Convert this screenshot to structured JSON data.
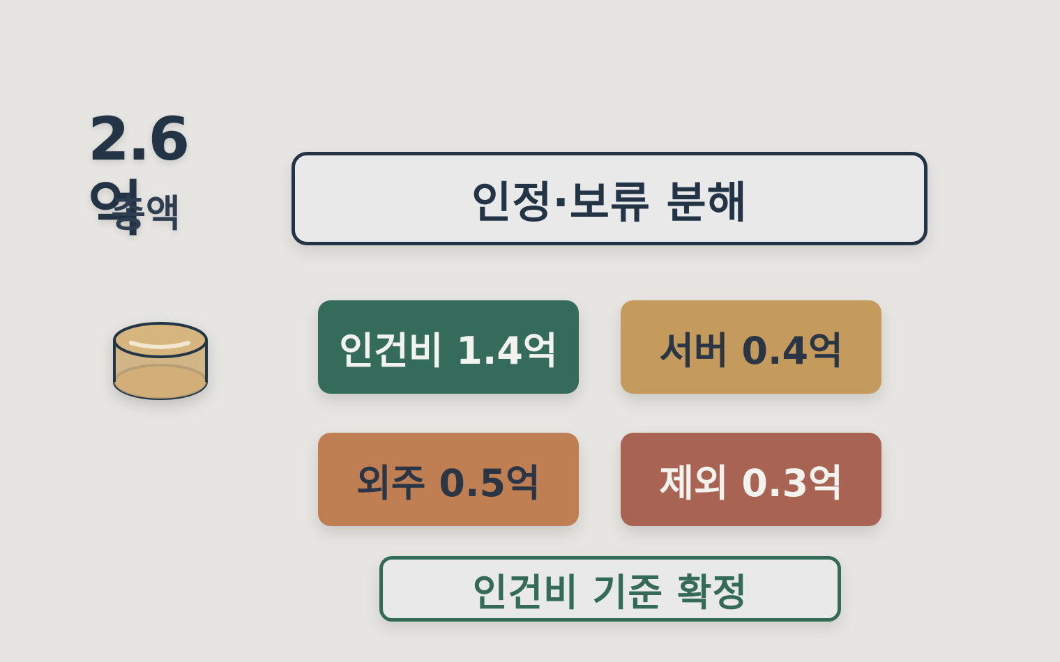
{
  "total": {
    "value": "2.6억",
    "label": "총액"
  },
  "title": "인정·보류 분해",
  "categories": [
    {
      "label": "인건비 1.4억",
      "amount_eok": 1.4,
      "color": "#346b5a",
      "text_color": "#f2f2ee"
    },
    {
      "label": "서버 0.4억",
      "amount_eok": 0.4,
      "color": "#c49b5c",
      "text_color": "#2a3646"
    },
    {
      "label": "외주 0.5억",
      "amount_eok": 0.5,
      "color": "#c07f52",
      "text_color": "#2a3646"
    },
    {
      "label": "제외 0.3억",
      "amount_eok": 0.3,
      "color": "#a86352",
      "text_color": "#f2f2ee"
    }
  ],
  "conclusion": "인건비 기준 확정",
  "colors": {
    "background": "#e6e5e1",
    "navy": "#233447",
    "green": "#336b58",
    "coin_fill": "#c9a468"
  },
  "icons": {
    "total": "coin-icon"
  }
}
